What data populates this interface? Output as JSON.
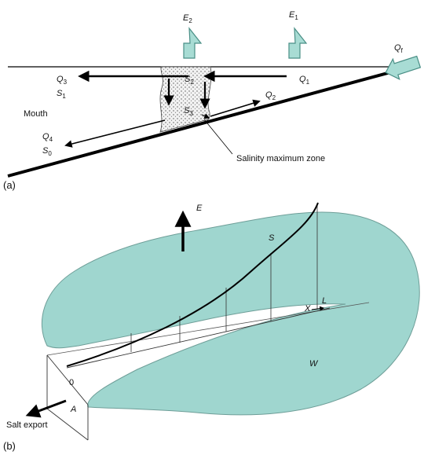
{
  "panel_a": {
    "panel_label": "(a)",
    "evaporation": [
      {
        "symbol": "E",
        "sub": "2"
      },
      {
        "symbol": "E",
        "sub": "1"
      }
    ],
    "freshwater_inflow": {
      "symbol": "Q",
      "sub": "f"
    },
    "flows": [
      {
        "symbol": "Q",
        "sub": "3"
      },
      {
        "symbol": "Q",
        "sub": "1"
      },
      {
        "symbol": "Q",
        "sub": "2"
      },
      {
        "symbol": "Q",
        "sub": "4"
      }
    ],
    "salinities": [
      {
        "symbol": "S",
        "sub": "1"
      },
      {
        "symbol": "S",
        "sub": "2"
      },
      {
        "symbol": "S",
        "sub": "3"
      },
      {
        "symbol": "S",
        "sub": "0"
      }
    ],
    "mouth_label": "Mouth",
    "zone_label": "Salinity maximum zone",
    "colors": {
      "arrow_fill": "#a8dcd4",
      "arrow_stroke": "#4a8f86"
    }
  },
  "panel_b": {
    "panel_label": "(b)",
    "labels": {
      "E": "E",
      "S": "S",
      "X": "X",
      "L": "L",
      "W": "W",
      "zero": "0",
      "A": "A",
      "salt_export": "Salt export"
    },
    "colors": {
      "water": "#9fd6cf",
      "water_stroke": "#6e9e98"
    }
  }
}
